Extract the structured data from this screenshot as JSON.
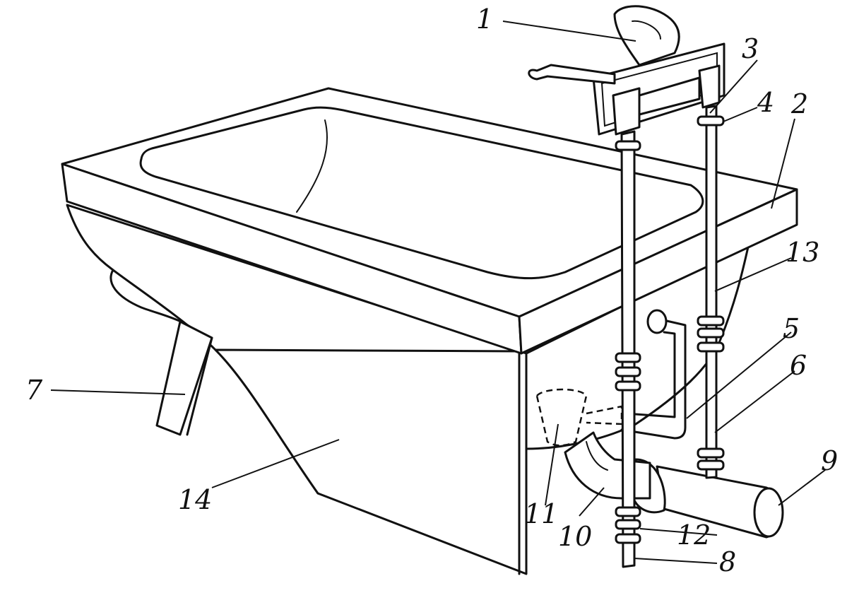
{
  "labels": {
    "l1": "1",
    "l2": "2",
    "l3": "3",
    "l4": "4",
    "l5": "5",
    "l6": "6",
    "l7": "7",
    "l8": "8",
    "l9": "9",
    "l10": "10",
    "l11": "11",
    "l12": "12",
    "l13": "13",
    "l14": "14"
  },
  "colors": {
    "ink": "#111111",
    "paper": "#ffffff"
  }
}
